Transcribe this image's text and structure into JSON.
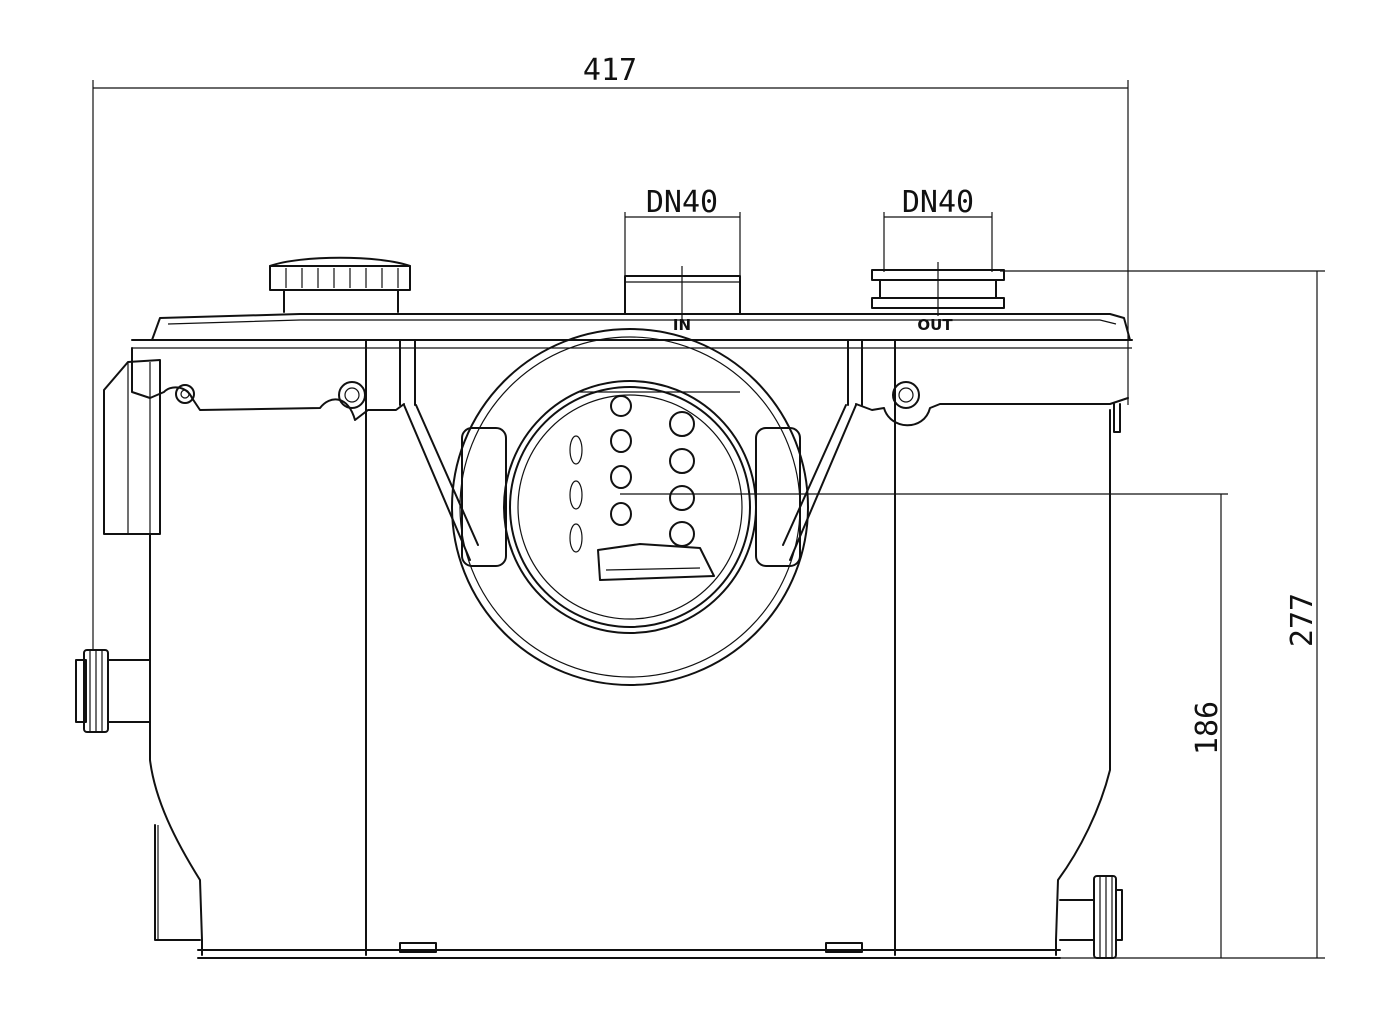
{
  "drawing": {
    "overall_width": "417",
    "inlet_top_diameter": "DN40",
    "outlet_top_diameter": "DN40",
    "overall_height": "277",
    "inlet_center_height": "186",
    "inlet_marking": "IN",
    "outlet_marking": "OUT"
  }
}
